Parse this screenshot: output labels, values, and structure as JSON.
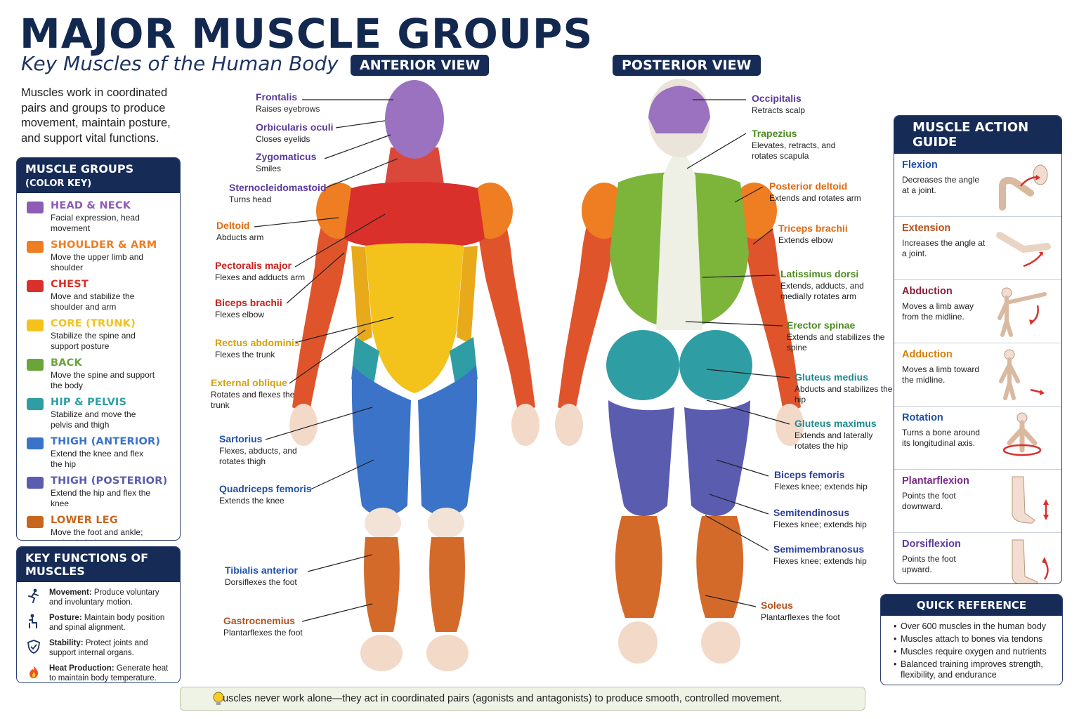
{
  "header": {
    "title": "MAJOR MUSCLE GROUPS",
    "subtitle": "Key Muscles of the Human Body",
    "intro": "Muscles work in coordinated pairs and groups to produce movement, maintain posture, and support vital functions."
  },
  "color_key": {
    "heading": "MUSCLE GROUPS",
    "heading_small": "(COLOR KEY)",
    "items": [
      {
        "name": "HEAD & NECK",
        "desc": "Facial expression, head movement",
        "color": "#8e5bb5"
      },
      {
        "name": "SHOULDER & ARM",
        "desc": "Move the upper limb and shoulder",
        "color": "#ef7d22"
      },
      {
        "name": "CHEST",
        "desc": "Move and stabilize the shoulder and arm",
        "color": "#d9302c"
      },
      {
        "name": "CORE (TRUNK)",
        "desc": "Stabilize the spine and support posture",
        "color": "#f3c21b"
      },
      {
        "name": "BACK",
        "desc": "Move the spine and support the body",
        "color": "#6aa53a"
      },
      {
        "name": "HIP & PELVIS",
        "desc": "Stabilize and move the pelvis and thigh",
        "color": "#2f9ea4"
      },
      {
        "name": "THIGH (ANTERIOR)",
        "desc": "Extend the knee and flex the hip",
        "color": "#3a73c8"
      },
      {
        "name": "THIGH (POSTERIOR)",
        "desc": "Extend the hip and flex the knee",
        "color": "#5a5cb0"
      },
      {
        "name": "LOWER LEG",
        "desc": "Move the foot and ankle; maintain balance",
        "color": "#c8661e"
      }
    ]
  },
  "key_functions": {
    "heading": "KEY FUNCTIONS OF MUSCLES",
    "items": [
      {
        "title": "Movement:",
        "text": "Produce voluntary and involuntary motion.",
        "icon": "running-person-icon"
      },
      {
        "title": "Posture:",
        "text": "Maintain body position and spinal alignment.",
        "icon": "seated-person-icon"
      },
      {
        "title": "Stability:",
        "text": "Protect joints and support internal organs.",
        "icon": "shield-icon"
      },
      {
        "title": "Heat Production:",
        "text": "Generate heat to maintain body temperature.",
        "icon": "flame-icon"
      }
    ]
  },
  "views": {
    "anterior": "ANTERIOR VIEW",
    "posterior": "POSTERIOR VIEW"
  },
  "anterior_labels": [
    {
      "name": "Frontalis",
      "desc": "Raises eyebrows",
      "color": "#5b3a9a"
    },
    {
      "name": "Orbicularis oculi",
      "desc": "Closes eyelids",
      "color": "#5b3a9a"
    },
    {
      "name": "Zygomaticus",
      "desc": "Smiles",
      "color": "#5b3a9a"
    },
    {
      "name": "Sternocleidomastoid",
      "desc": "Turns head",
      "color": "#5b3a9a"
    },
    {
      "name": "Deltoid",
      "desc": "Abducts arm",
      "color": "#e06a12"
    },
    {
      "name": "Pectoralis major",
      "desc": "Flexes and adducts arm",
      "color": "#c8211f"
    },
    {
      "name": "Biceps brachii",
      "desc": "Flexes elbow",
      "color": "#c8211f"
    },
    {
      "name": "Rectus abdominis",
      "desc": "Flexes the trunk",
      "color": "#d5a10c"
    },
    {
      "name": "External oblique",
      "desc": "Rotates and flexes the trunk",
      "color": "#d5a10c"
    },
    {
      "name": "Sartorius",
      "desc": "Flexes, abducts, and rotates thigh",
      "color": "#1f4fa8"
    },
    {
      "name": "Quadriceps femoris",
      "desc": "Extends the knee",
      "color": "#1f4fa8"
    },
    {
      "name": "Tibialis anterior",
      "desc": "Dorsiflexes the foot",
      "color": "#1f4fa8"
    },
    {
      "name": "Gastrocnemius",
      "desc": "Plantarflexes the foot",
      "color": "#b5501a"
    }
  ],
  "posterior_labels": [
    {
      "name": "Occipitalis",
      "desc": "Retracts scalp",
      "color": "#5b3a9a"
    },
    {
      "name": "Trapezius",
      "desc": "Elevates, retracts, and rotates scapula",
      "color": "#4d8a22"
    },
    {
      "name": "Posterior deltoid",
      "desc": "Extends and rotates arm",
      "color": "#e06a12"
    },
    {
      "name": "Triceps brachii",
      "desc": "Extends elbow",
      "color": "#e06a12"
    },
    {
      "name": "Latissimus dorsi",
      "desc": "Extends, adducts, and medially rotates arm",
      "color": "#4d8a22"
    },
    {
      "name": "Erector spinae",
      "desc": "Extends and stabilizes the spine",
      "color": "#4d8a22"
    },
    {
      "name": "Gluteus medius",
      "desc": "Abducts and stabilizes the hip",
      "color": "#1f8a8f"
    },
    {
      "name": "Gluteus maximus",
      "desc": "Extends and laterally rotates the hip",
      "color": "#1f8a8f"
    },
    {
      "name": "Biceps femoris",
      "desc": "Flexes knee; extends hip",
      "color": "#2c3f9e"
    },
    {
      "name": "Semitendinosus",
      "desc": "Flexes knee; extends hip",
      "color": "#2c3f9e"
    },
    {
      "name": "Semimembranosus",
      "desc": "Flexes knee; extends hip",
      "color": "#2c3f9e"
    },
    {
      "name": "Soleus",
      "desc": "Plantarflexes the foot",
      "color": "#b5501a"
    }
  ],
  "action_guide": {
    "heading": "MUSCLE ACTION GUIDE",
    "items": [
      {
        "name": "Flexion",
        "desc": "Decreases the angle at a joint.",
        "color": "#1f4fa8"
      },
      {
        "name": "Extension",
        "desc": "Increases the angle at a joint.",
        "color": "#b5501a"
      },
      {
        "name": "Abduction",
        "desc": "Moves a limb away from the midline.",
        "color": "#8a1f3a"
      },
      {
        "name": "Adduction",
        "desc": "Moves a limb toward the midline.",
        "color": "#d5800c"
      },
      {
        "name": "Rotation",
        "desc": "Turns a bone around its longitudinal axis.",
        "color": "#1f4fa8"
      },
      {
        "name": "Plantarflexion",
        "desc": "Points the foot downward.",
        "color": "#7a2a8a"
      },
      {
        "name": "Dorsiflexion",
        "desc": "Points the foot upward.",
        "color": "#5b3a9a"
      }
    ]
  },
  "quick_reference": {
    "heading": "QUICK REFERENCE",
    "items": [
      "Over 600 muscles in the human body",
      "Muscles attach to bones via tendons",
      "Muscles require oxygen and nutrients",
      "Balanced training improves strength, flexibility, and endurance"
    ]
  },
  "footer": {
    "text": "Muscles never work alone—they act in coordinated pairs (agonists and antagonists) to produce smooth, controlled movement."
  }
}
